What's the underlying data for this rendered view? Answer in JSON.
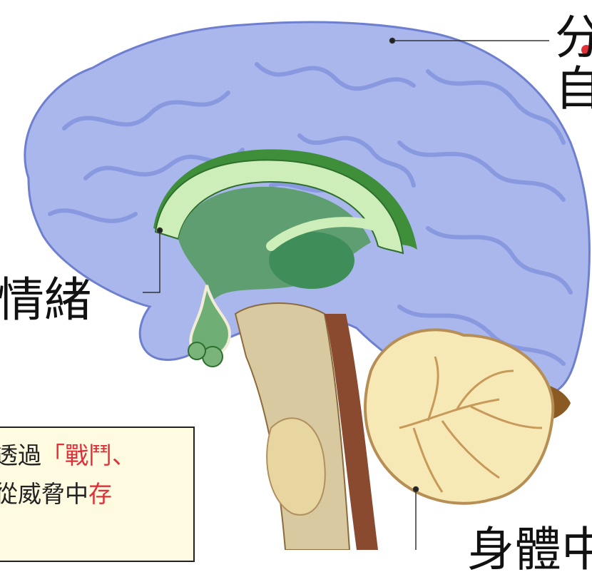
{
  "labels": {
    "cortex_line1": "分",
    "cortex_line2": "自",
    "limbic": "情緒",
    "cerebellum": "身體中"
  },
  "note": {
    "line1_plain": "透過",
    "line1_highlight": "「戰鬥、",
    "line2_plain": "從威脅中",
    "line2_highlight": "存"
  },
  "colors": {
    "cortex_fill": "#a9b7ec",
    "cortex_stroke": "#6f7fd0",
    "limbic_light": "#cdeeb8",
    "limbic_dark": "#3e8e3a",
    "highlight": "#e0303a",
    "note_bg": "#fffbe0"
  }
}
